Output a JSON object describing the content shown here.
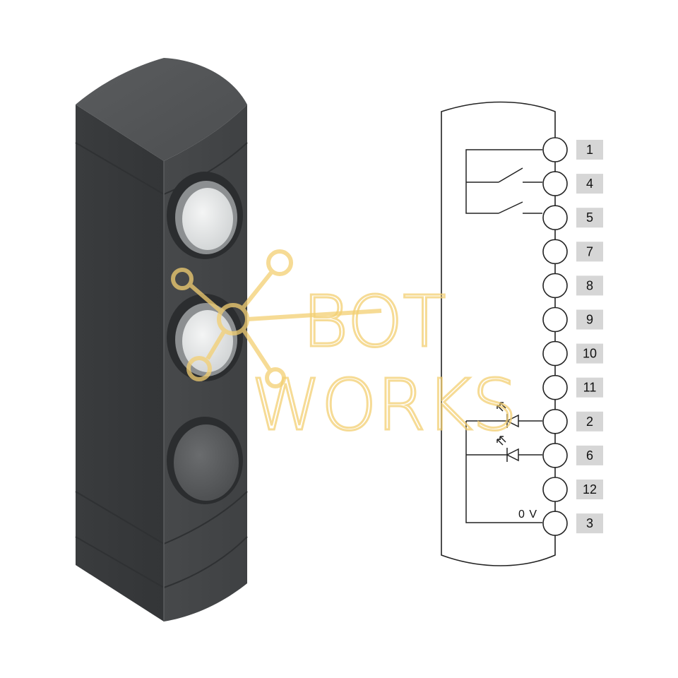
{
  "device": {
    "buttons": [
      {
        "name": "white-button-top",
        "color": "#e4e6e6"
      },
      {
        "name": "white-button-middle",
        "color": "#e4e6e6"
      },
      {
        "name": "dark-button-bottom",
        "color": "#5a5c5e"
      }
    ],
    "housing_color": "#4a4c4e"
  },
  "schematic": {
    "pins": [
      "1",
      "4",
      "5",
      "7",
      "8",
      "9",
      "10",
      "11",
      "2",
      "6",
      "12",
      "3"
    ],
    "ground_label": "0 V",
    "label_bg": "#d6d6d6"
  },
  "watermark": {
    "line1": "BOT",
    "line2": "WORKS",
    "color": "#f3cf72"
  }
}
